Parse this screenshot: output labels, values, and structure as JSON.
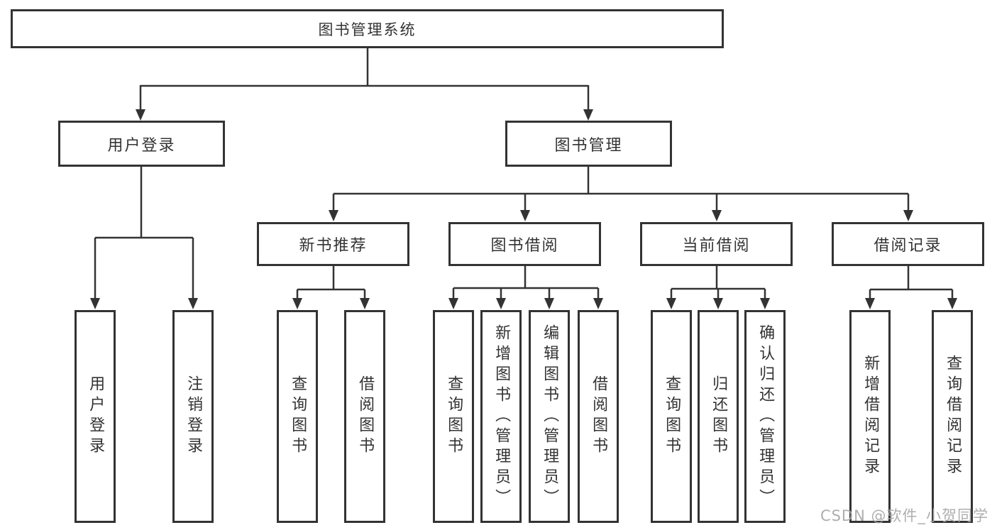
{
  "diagram": {
    "type": "tree-structure-chart",
    "colors": {
      "line": "#333333",
      "box_border": "#333333",
      "text": "#333333",
      "background": "#ffffff",
      "watermark": "#a5a5a5"
    },
    "tree": {
      "root": "图书管理系统",
      "children": [
        {
          "label": "用户登录",
          "children": [
            "用户登录",
            "注销登录"
          ]
        },
        {
          "label": "图书管理",
          "children": [
            {
              "label": "新书推荐",
              "children": [
                "查询图书",
                "借阅图书"
              ]
            },
            {
              "label": "图书借阅",
              "children": [
                "查询图书",
                "新增图书（管理员）",
                "编辑图书（管理员）",
                "借阅图书"
              ]
            },
            {
              "label": "当前借阅",
              "children": [
                "查询图书",
                "归还图书",
                "确认归还（管理员）"
              ]
            },
            {
              "label": "借阅记录",
              "children": [
                "新增借阅记录",
                "查询借阅记录"
              ]
            }
          ]
        }
      ]
    },
    "watermark": {
      "text": "CSDN @软件_小贺同学"
    }
  }
}
